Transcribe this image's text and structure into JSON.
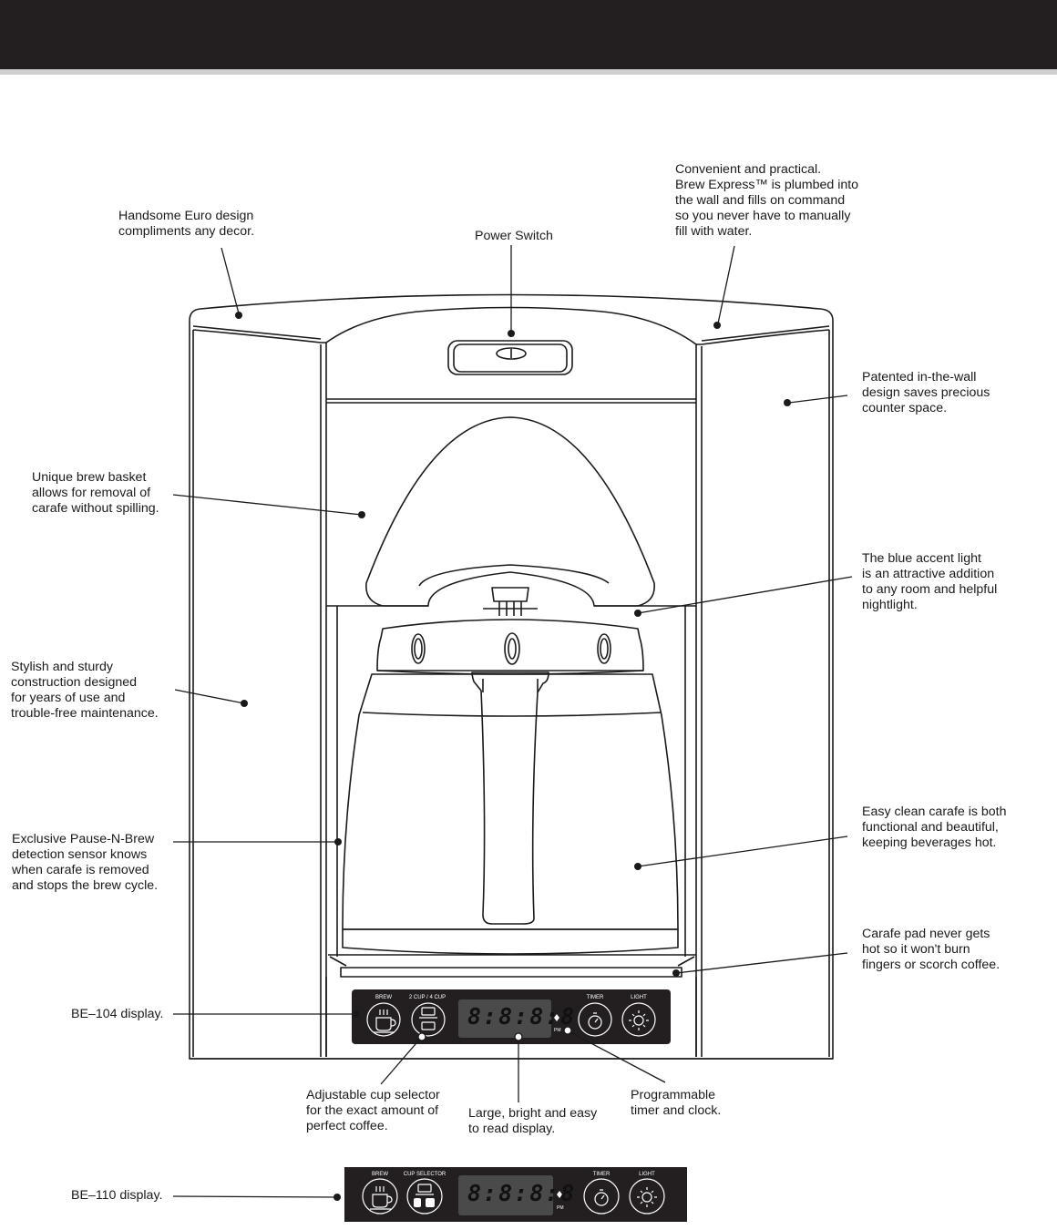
{
  "callouts": {
    "euro_design": [
      "Handsome Euro design",
      "compliments any decor."
    ],
    "power_switch": [
      "Power Switch"
    ],
    "plumbed": [
      "Convenient and practical.",
      "Brew Express™ is plumbed into",
      "the wall and fills on command",
      "so you never have to manually",
      "fill with water."
    ],
    "in_wall": [
      "Patented in-the-wall",
      "design saves precious",
      "counter space."
    ],
    "brew_basket": [
      "Unique brew basket",
      "allows for removal of",
      "carafe without spilling."
    ],
    "accent_light": [
      "The blue accent light",
      "is an attractive addition",
      "to any room and helpful",
      "nightlight."
    ],
    "construction": [
      "Stylish and sturdy",
      "construction designed",
      "for years of use and",
      "trouble-free maintenance."
    ],
    "pause_n_brew": [
      "Exclusive Pause-N-Brew",
      "detection sensor knows",
      "when carafe is removed",
      "and stops the brew cycle."
    ],
    "carafe": [
      "Easy clean carafe is both",
      "functional and beautiful,",
      "keeping beverages hot."
    ],
    "carafe_pad": [
      "Carafe pad never gets",
      "hot so it won't burn",
      "fingers or scorch coffee."
    ],
    "be104": [
      "BE–104 display."
    ],
    "cup_selector": [
      "Adjustable cup selector",
      "for the exact amount of",
      "perfect coffee."
    ],
    "large_display": [
      "Large, bright and easy",
      "to read display."
    ],
    "timer_clock": [
      "Programmable",
      "timer and clock."
    ],
    "be110": [
      "BE–110 display."
    ]
  },
  "panel_104": {
    "brew": "BREW",
    "cup": "2 CUP / 4 CUP",
    "timer": "TIMER",
    "light": "LIGHT",
    "digits": "8:8:8:8",
    "pm": "PM"
  },
  "panel_110": {
    "brew": "BREW",
    "cup": "CUP SELECTOR",
    "timer": "TIMER",
    "light": "LIGHT",
    "digits": "8:8:8:8",
    "pm": "PM"
  },
  "colors": {
    "header": "#231f20",
    "panel": "#231f20",
    "line": "#1a1a1a"
  }
}
